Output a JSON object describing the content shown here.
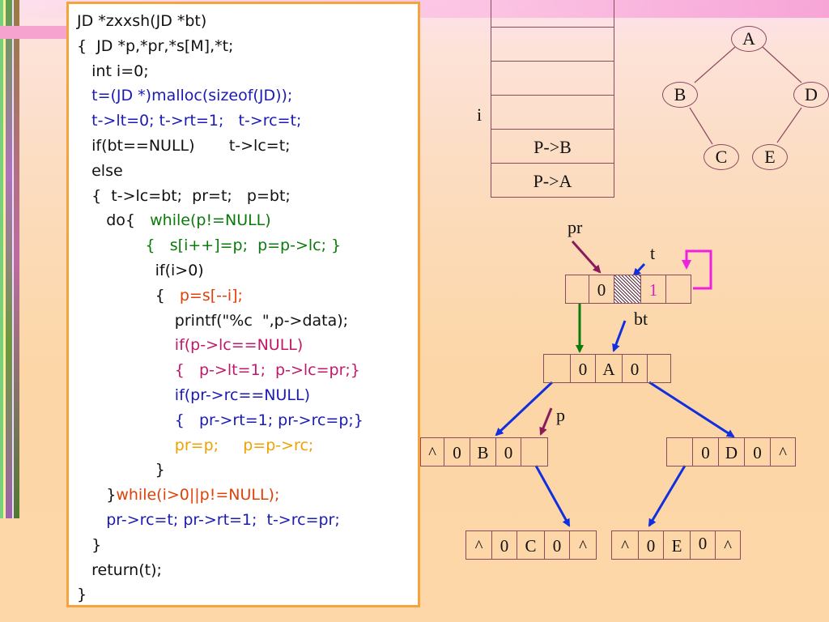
{
  "code": [
    [
      {
        "t": "JD *zxxsh(JD *bt)",
        "c": "black"
      }
    ],
    [
      {
        "t": "{  JD *p,*pr,*s[M],*t;",
        "c": "black"
      }
    ],
    [
      {
        "t": "   int i=0;",
        "c": "black"
      }
    ],
    [
      {
        "t": "   t=(JD *)malloc(sizeof(JD));",
        "c": "blue"
      }
    ],
    [
      {
        "t": "   t->lt=0; t->rt=1;   t->rc=t;",
        "c": "blue"
      }
    ],
    [
      {
        "t": "   if(bt==NULL)       t->lc=t;",
        "c": "black"
      }
    ],
    [
      {
        "t": "   else",
        "c": "black"
      }
    ],
    [
      {
        "t": "   {  t->lc=bt;  pr=t;   p=bt;",
        "c": "black"
      }
    ],
    [
      {
        "t": "      do{   ",
        "c": "black"
      },
      {
        "t": "while(p!=NULL)",
        "c": "green"
      }
    ],
    [
      {
        "t": "              {   s[i++]=p;  p=p->lc; }",
        "c": "green"
      }
    ],
    [
      {
        "t": "                if(i>0)",
        "c": "black"
      }
    ],
    [
      {
        "t": "                {   ",
        "c": "black"
      },
      {
        "t": "p=s[--i];",
        "c": "red"
      }
    ],
    [
      {
        "t": "                    printf(\"%c  \",p->data);",
        "c": "black"
      }
    ],
    [
      {
        "t": "                    if(p->lc==NULL)",
        "c": "magenta"
      }
    ],
    [
      {
        "t": "                    {   p->lt=1;  p->lc=pr;}",
        "c": "magenta"
      }
    ],
    [
      {
        "t": "                    if(pr->rc==NULL)",
        "c": "blue"
      }
    ],
    [
      {
        "t": "                    {   pr->rt=1; pr->rc=p;}",
        "c": "blue"
      }
    ],
    [
      {
        "t": "                    pr=p;     p=p->rc;",
        "c": "orange"
      }
    ],
    [
      {
        "t": "                }",
        "c": "black"
      }
    ],
    [
      {
        "t": "      }",
        "c": "black"
      },
      {
        "t": "while(i>0||p!=NULL);",
        "c": "red"
      }
    ],
    [
      {
        "t": "      pr->rc=t; pr->rt=1;  t->rc=pr;",
        "c": "blue"
      }
    ],
    [
      {
        "t": "   }",
        "c": "black"
      }
    ],
    [
      {
        "t": "   return(t);",
        "c": "black"
      }
    ],
    [
      {
        "t": "}",
        "c": "black"
      }
    ]
  ],
  "stack": {
    "cells": [
      "",
      "",
      "",
      "",
      "P->B",
      "P->A"
    ],
    "index_label": "i"
  },
  "tree": {
    "a": "A",
    "b": "B",
    "d": "D",
    "c": "C",
    "e": "E"
  },
  "pointers": {
    "pr": "pr",
    "t": "t",
    "bt": "bt",
    "p": "p"
  },
  "records": {
    "head": [
      "",
      "0",
      "",
      "1",
      ""
    ],
    "a": [
      "",
      "0",
      "A",
      "0",
      ""
    ],
    "b": [
      "^",
      "0",
      "B",
      "0",
      ""
    ],
    "d": [
      "",
      "0",
      "D",
      "0",
      "^"
    ],
    "c": [
      "^",
      "0",
      "C",
      "0",
      "^"
    ],
    "e": [
      "^",
      "0",
      "E",
      "0",
      "^"
    ]
  },
  "colors": {
    "code_border": "#f5a33a",
    "arrow_blue": "#1030e0",
    "arrow_green": "#0a7a0a",
    "arrow_purple": "#8a1a5a",
    "arrow_magenta": "#f020e0",
    "flag_one": "#d020c0"
  }
}
